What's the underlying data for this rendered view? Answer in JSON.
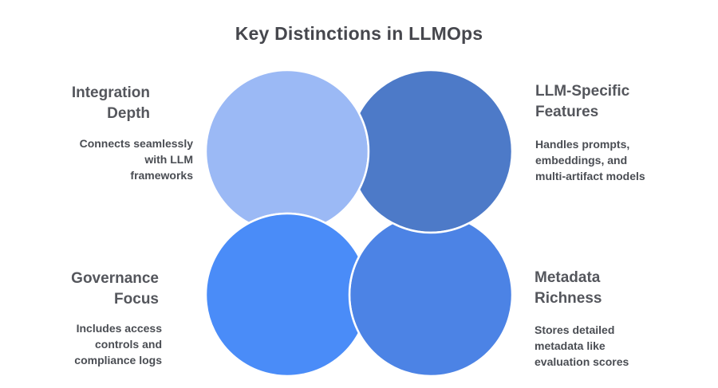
{
  "title": "Key Distinctions in LLMOps",
  "theme": {
    "background": "#ffffff",
    "title_color": "#46474d",
    "heading_color": "#54565c",
    "body_color": "#4a4d53",
    "petal_outline": "#ffffff"
  },
  "venn": {
    "petals": [
      {
        "id": "integration-depth",
        "color": "#9bb9f5"
      },
      {
        "id": "llm-specific-features",
        "color": "#4d7ac8"
      },
      {
        "id": "metadata-richness",
        "color": "#4c83e5"
      },
      {
        "id": "governance-focus",
        "color": "#4a8cf8"
      }
    ]
  },
  "sections": {
    "top_left": {
      "heading_lines": [
        "Integration",
        "Depth"
      ],
      "body_lines": [
        "Connects seamlessly",
        "with LLM",
        "frameworks"
      ]
    },
    "top_right": {
      "heading_lines": [
        "LLM-Specific",
        "Features"
      ],
      "body_lines": [
        "Handles prompts,",
        "embeddings, and",
        "multi-artifact models"
      ]
    },
    "bottom_left": {
      "heading_lines": [
        "Governance",
        "Focus"
      ],
      "body_lines": [
        "Includes access",
        "controls and",
        "compliance logs"
      ]
    },
    "bottom_right": {
      "heading_lines": [
        "Metadata",
        "Richness"
      ],
      "body_lines": [
        "Stores detailed",
        "metadata like",
        "evaluation scores"
      ]
    }
  }
}
